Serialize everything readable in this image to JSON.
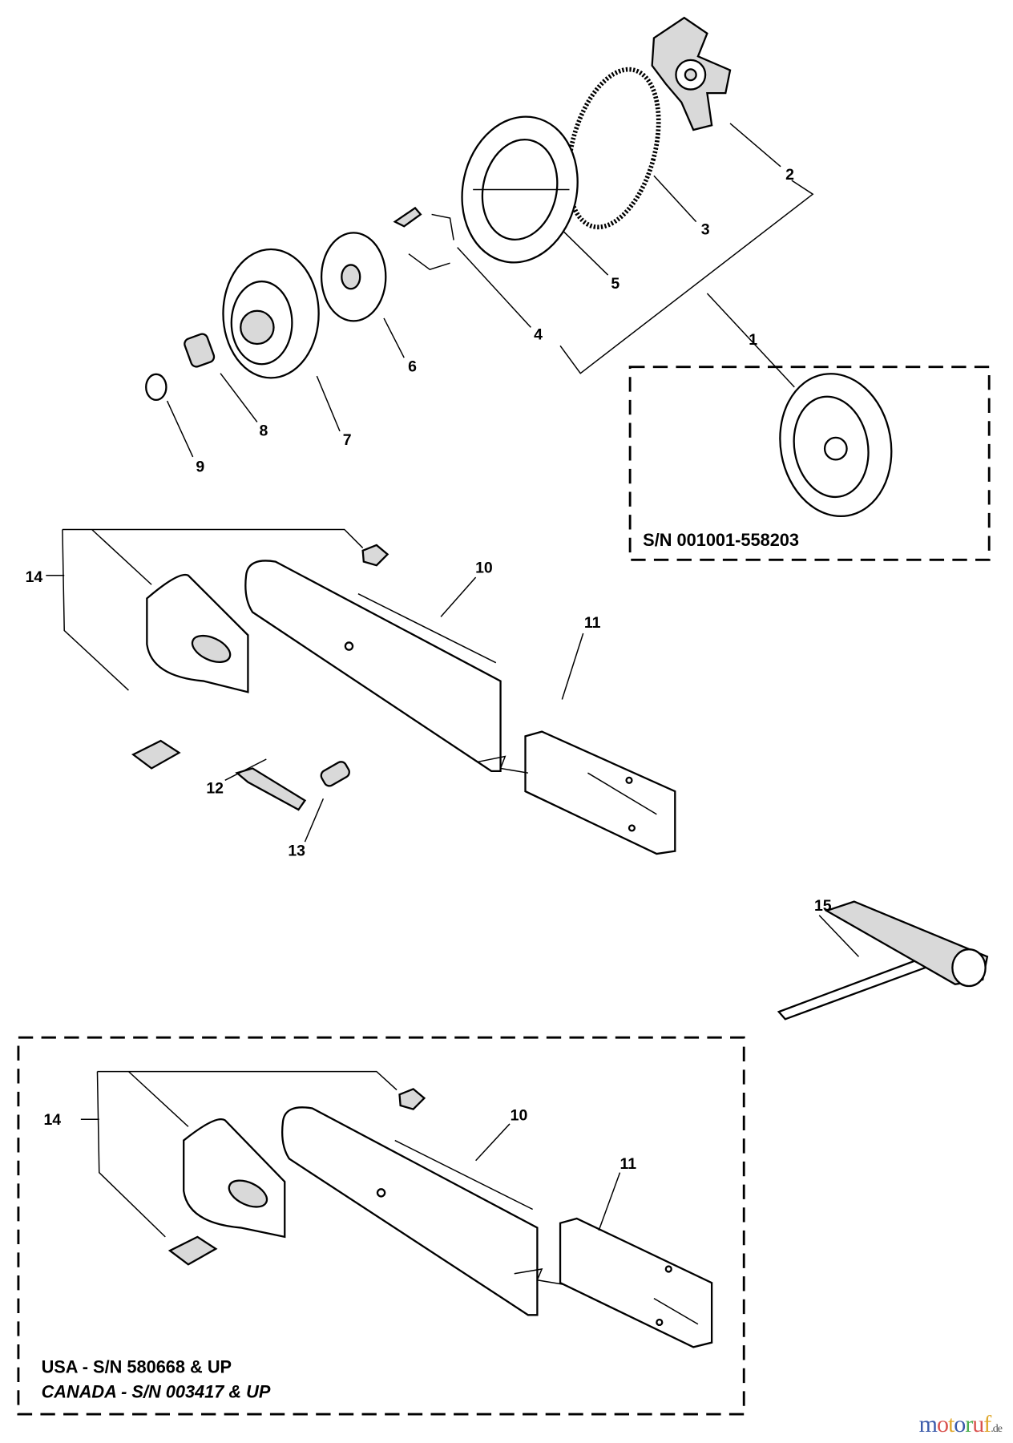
{
  "callouts": {
    "c1": "1",
    "c2": "2",
    "c3": "3",
    "c4": "4",
    "c5": "5",
    "c6": "6",
    "c7": "7",
    "c8": "8",
    "c9": "9",
    "c10a": "10",
    "c11a": "11",
    "c12": "12",
    "c13": "13",
    "c14a": "14",
    "c15": "15",
    "c14b": "14",
    "c10b": "10",
    "c11b": "11"
  },
  "notes": {
    "clutch_serial": "S/N 001001-558203",
    "usa_serial": "USA - S/N 580668 & UP",
    "canada_serial": "CANADA - S/N 003417 & UP"
  },
  "watermark": {
    "text": "motoruf",
    "suffix": ".de",
    "colors": [
      "#3b5bab",
      "#d9534f",
      "#e0a82e",
      "#3b5bab",
      "#4caf50",
      "#d9534f",
      "#e0a82e"
    ]
  }
}
